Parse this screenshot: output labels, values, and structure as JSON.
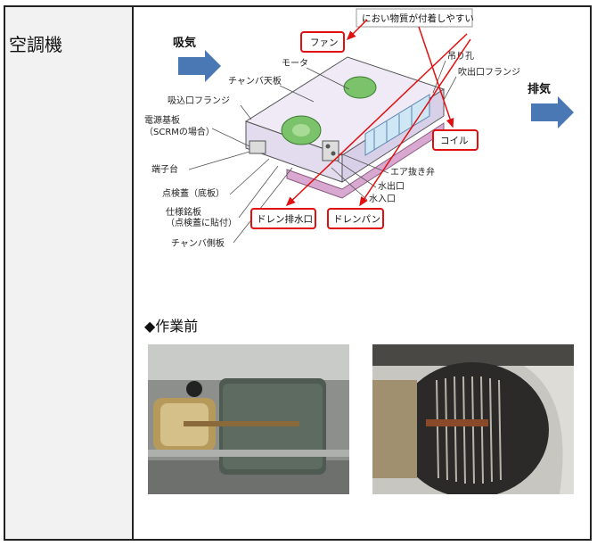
{
  "row_label": "空調機",
  "section_title": "◆作業前",
  "diagram": {
    "intake": "吸気",
    "exhaust": "排気",
    "odor_note": "におい物質が付着しやすい",
    "fan": "ファン",
    "coil": "コイル",
    "drain_outlet": "ドレン排水口",
    "drain_pan": "ドレンパン",
    "labels": {
      "motor": "モータ",
      "chamber_top": "チャンバ天板",
      "suction_flange": "吸込口フランジ",
      "power_board_1": "電源基板",
      "power_board_2": "（SCRMの場合）",
      "terminal_block": "端子台",
      "inspection_cover": "点検蓋（底板）",
      "spec_plate_1": "仕様銘板",
      "spec_plate_2": "（点検蓋に貼付）",
      "chamber_side": "チャンバ側板",
      "hanger": "吊り孔",
      "outlet_flange": "吹出口フランジ",
      "air_vent": "エア抜き弁",
      "water_out": "水出口",
      "water_in": "水入口"
    }
  },
  "colors": {
    "arrow_blue": "#4a78b5",
    "callout_red": "#e01010",
    "chamber_fill": "#e9e4f2",
    "fan_green": "#7bc36a",
    "drain_pink": "#d9a8d0"
  },
  "photos": [
    {
      "icon": "fan-motor-photo"
    },
    {
      "icon": "fan-blades-photo"
    }
  ]
}
